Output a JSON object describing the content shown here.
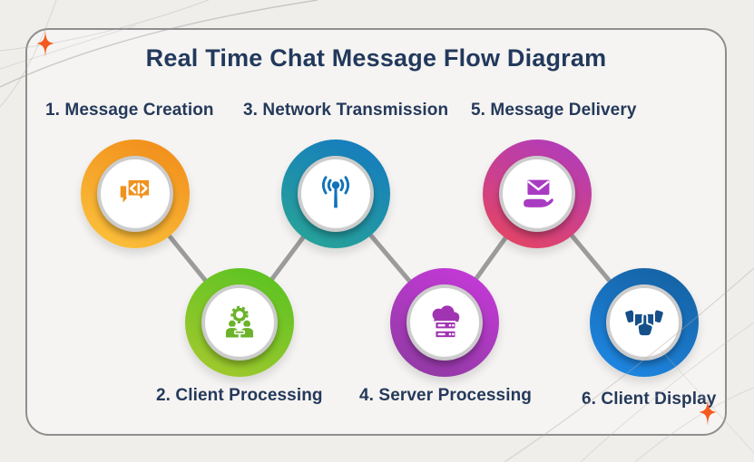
{
  "title": "Real Time Chat Message Flow Diagram",
  "colors": {
    "title_text": "#22395C",
    "label_text": "#25395B",
    "connector": "#9B9B9B",
    "page_bg": "#EFEEEB",
    "card_bg": "#F5F4F2",
    "card_border": "#8E8E8E",
    "sparkle": "#F4591D",
    "inner_circle_ring": "#CCCCCC"
  },
  "nodes": [
    {
      "label": "1. Message Creation",
      "icon": "code-chat-icon",
      "ring_from": "#FCC53E",
      "ring_to": "#F08918",
      "icon_color": "#F0921E",
      "row": "top"
    },
    {
      "label": "2. Client Processing",
      "icon": "team-gear-icon",
      "ring_from": "#A9C92E",
      "ring_to": "#54C221",
      "icon_color": "#6CB32B",
      "row": "bottom"
    },
    {
      "label": "3. Network Transmission",
      "icon": "antenna-icon",
      "ring_from": "#29A794",
      "ring_to": "#1478C2",
      "icon_color": "#1173B8",
      "row": "top"
    },
    {
      "label": "4. Server Processing",
      "icon": "cloud-server-icon",
      "ring_from": "#8C3A9F",
      "ring_to": "#C939DC",
      "icon_color": "#A134B3",
      "row": "bottom"
    },
    {
      "label": "5. Message Delivery",
      "icon": "hand-envelope-icon",
      "ring_from": "#E9455B",
      "ring_to": "#AC3BC2",
      "icon_color": "#A93BC2",
      "row": "top"
    },
    {
      "label": "6. Client Display",
      "icon": "touch-display-icon",
      "ring_from": "#1F8AE9",
      "ring_to": "#145E9C",
      "icon_color": "#15508A",
      "row": "bottom"
    }
  ],
  "flow": [
    "1-2",
    "2-3",
    "3-4",
    "4-5",
    "5-6"
  ]
}
